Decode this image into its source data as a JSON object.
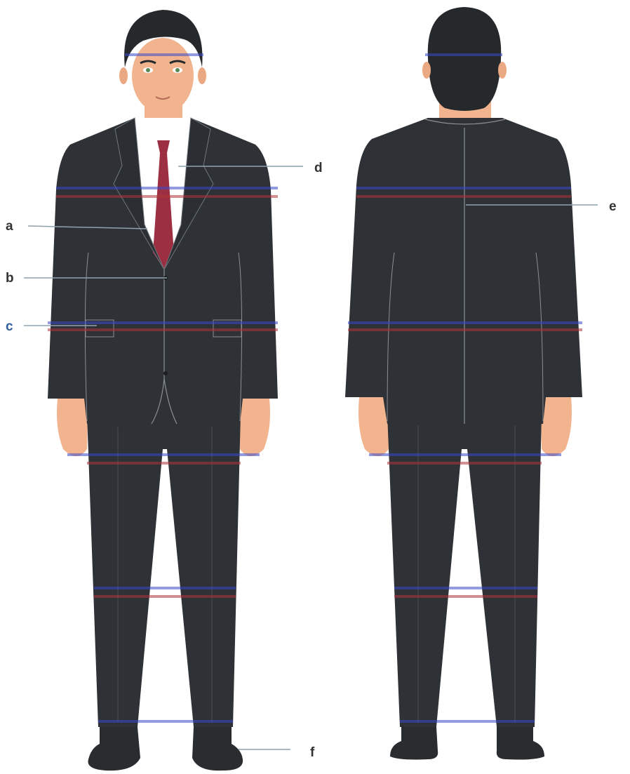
{
  "callouts": [
    {
      "id": "a",
      "label": "a"
    },
    {
      "id": "b",
      "label": "b"
    },
    {
      "id": "c",
      "label": "c"
    },
    {
      "id": "d",
      "label": "d"
    },
    {
      "id": "e",
      "label": "e"
    },
    {
      "id": "f",
      "label": "f"
    }
  ],
  "colors": {
    "suit": "#2e3136",
    "suit_seam": "#8a9096",
    "skin": "#f2b48e",
    "hair": "#26292c",
    "tie": "#9c3042",
    "shirt": "#ffffff",
    "shoe": "#2a2d30",
    "leader_line": "#8fa2ad",
    "label_dark": "#333333",
    "label_blue": "#2f5f9e",
    "band_blue": "#3a4ac8",
    "band_red": "#b0363c"
  }
}
